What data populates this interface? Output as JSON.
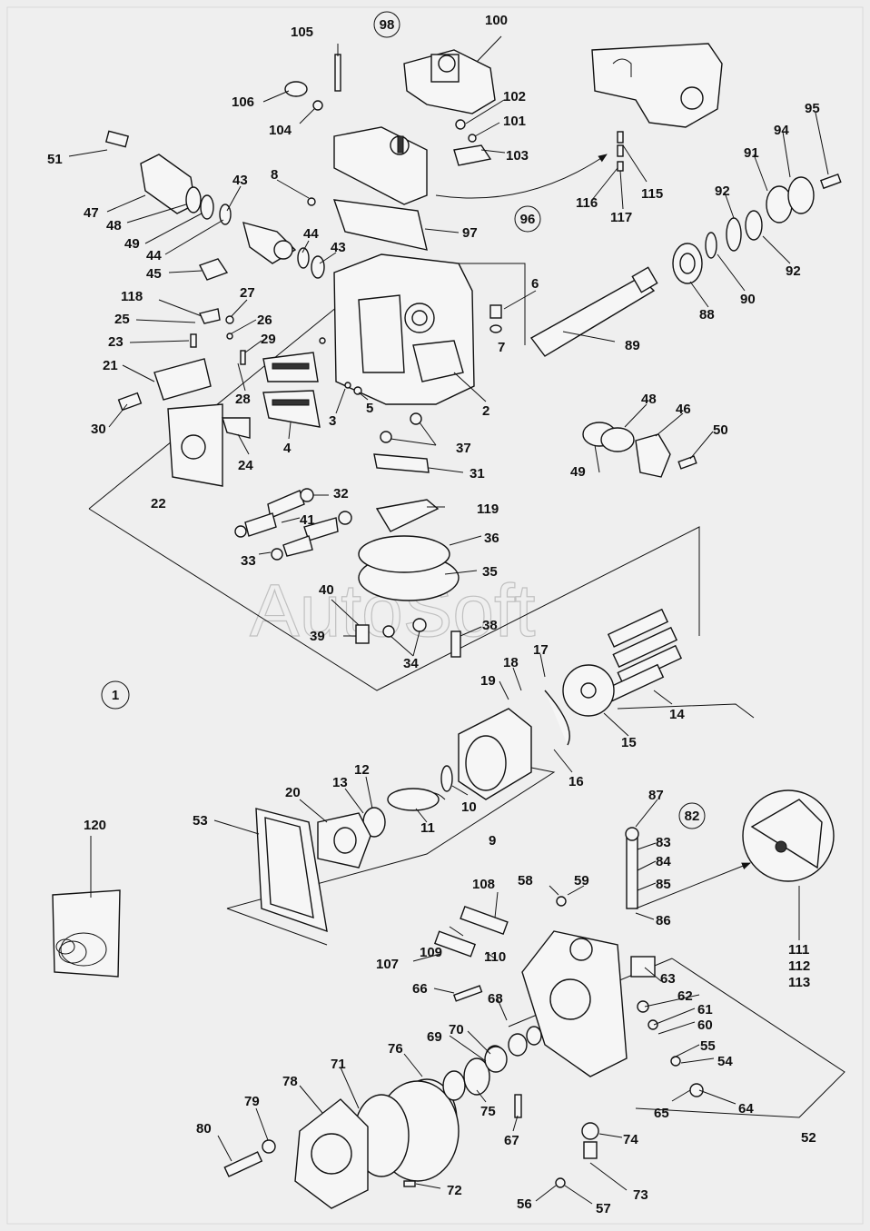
{
  "watermark": "AutoSoft",
  "callouts": [
    "1",
    "82",
    "96",
    "98"
  ],
  "labels": [
    "2",
    "3",
    "4",
    "5",
    "6",
    "7",
    "8",
    "9",
    "10",
    "11",
    "12",
    "13",
    "14",
    "15",
    "16",
    "17",
    "18",
    "19",
    "20",
    "21",
    "22",
    "23",
    "24",
    "25",
    "26",
    "27",
    "28",
    "29",
    "30",
    "31",
    "32",
    "33",
    "34",
    "35",
    "36",
    "37",
    "38",
    "39",
    "40",
    "41",
    "43",
    "43",
    "44",
    "44",
    "45",
    "46",
    "47",
    "48",
    "48",
    "49",
    "49",
    "50",
    "51",
    "52",
    "53",
    "54",
    "55",
    "56",
    "57",
    "58",
    "59",
    "60",
    "61",
    "62",
    "63",
    "64",
    "65",
    "66",
    "67",
    "68",
    "69",
    "70",
    "71",
    "72",
    "73",
    "74",
    "75",
    "76",
    "78",
    "79",
    "80",
    "83",
    "84",
    "85",
    "86",
    "87",
    "88",
    "89",
    "90",
    "91",
    "92",
    "92",
    "94",
    "95",
    "97",
    "100",
    "101",
    "102",
    "103",
    "104",
    "105",
    "106",
    "107",
    "108",
    "109",
    "110",
    "111",
    "112",
    "113",
    "115",
    "116",
    "117",
    "118",
    "119",
    "120"
  ]
}
